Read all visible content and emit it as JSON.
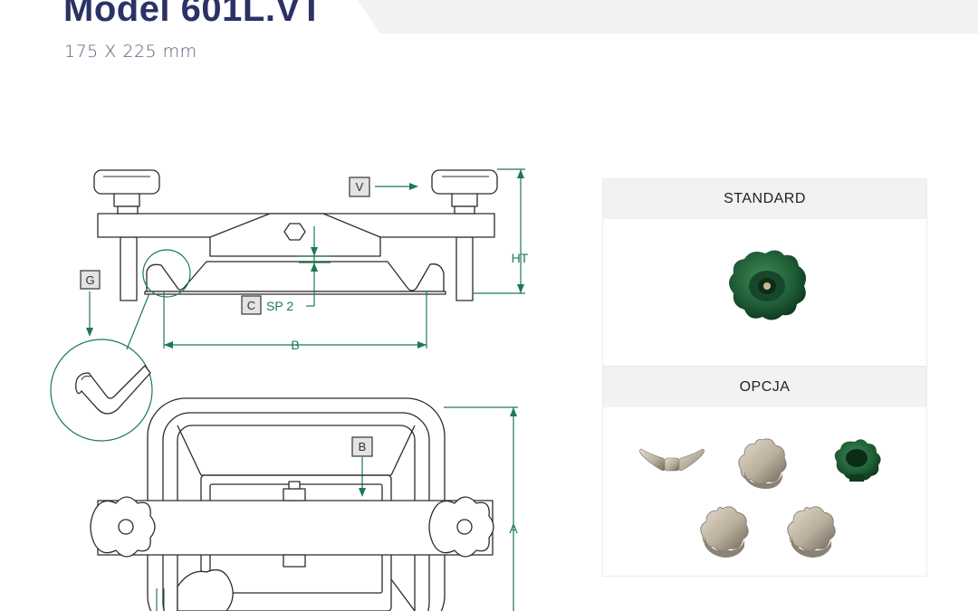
{
  "header": {
    "title": "Model 601L.VT",
    "subtitle": "175 X 225 mm"
  },
  "drawing": {
    "labels": {
      "v": "V",
      "g": "G",
      "c": "C",
      "b_box": "B",
      "sp": "SP 2",
      "b_dim": "B",
      "ht": "HT",
      "a": "A"
    }
  },
  "panels": {
    "standard": {
      "heading": "STANDARD"
    },
    "option": {
      "heading": "OPCJA"
    }
  },
  "colors": {
    "title": "#2a3266",
    "dimension": "#1b7a4f",
    "knob_green": "#1e5a34",
    "knob_metal": "#b9ad9c",
    "panel_header": "#f2f2f2"
  },
  "icons": [
    "wing-nut-icon",
    "metal-star-knob-icon",
    "green-knob-icon"
  ]
}
